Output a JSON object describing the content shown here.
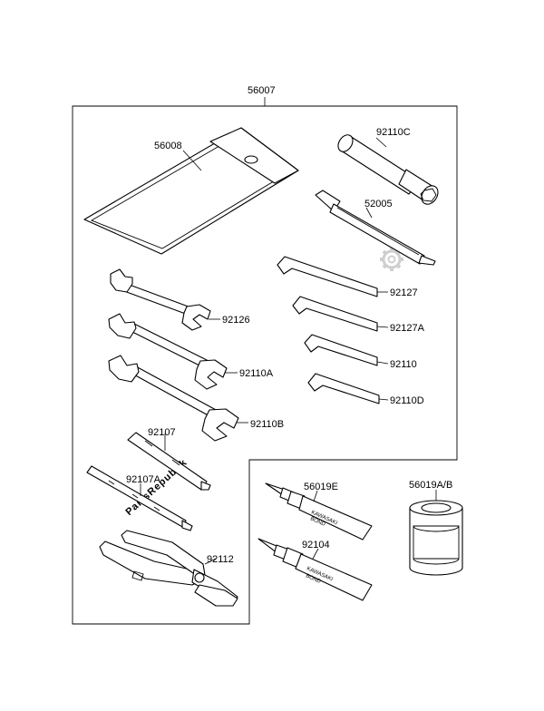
{
  "watermark": "PartsRepublik",
  "callouts": {
    "kit": "56007",
    "tool_bag": "56008",
    "box_wrench": "92110C",
    "screwdriver_handle": "52005",
    "hex_key_1": "92127",
    "hex_key_2": "92127A",
    "hex_key_3": "92110",
    "hex_key_4": "92110D",
    "wrench_1": "92126",
    "wrench_2": "92110A",
    "wrench_3": "92110B",
    "screwdriver": "92107",
    "screwdriver_2": "92107A",
    "pliers": "92112",
    "sealant_tube_1": "56019E",
    "sealant_tube_2": "92104",
    "sealant_can": "56019A/B"
  },
  "tube_labels": {
    "brand": "KAWASAKI",
    "product": "BOND"
  },
  "icons": {
    "gear": "gear-icon"
  }
}
